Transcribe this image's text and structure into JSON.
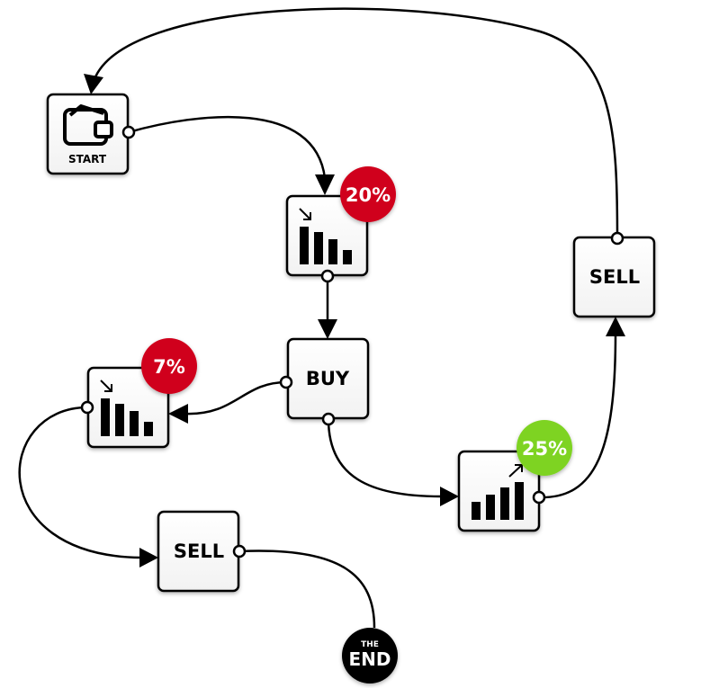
{
  "nodes": {
    "start": {
      "label": "START",
      "icon": "wallet-icon"
    },
    "drop1": {
      "icon": "chart-down-icon",
      "badge": "20%"
    },
    "buy": {
      "label": "BUY"
    },
    "drop2": {
      "icon": "chart-down-icon",
      "badge": "7%"
    },
    "rise": {
      "icon": "chart-up-icon",
      "badge": "25%"
    },
    "sell_right": {
      "label": "SELL"
    },
    "sell_bottom": {
      "label": "SELL"
    },
    "end": {
      "small": "THE",
      "big": "END"
    }
  },
  "colors": {
    "down_badge": "#d0021b",
    "up_badge": "#7ed321",
    "end": "#000000"
  }
}
